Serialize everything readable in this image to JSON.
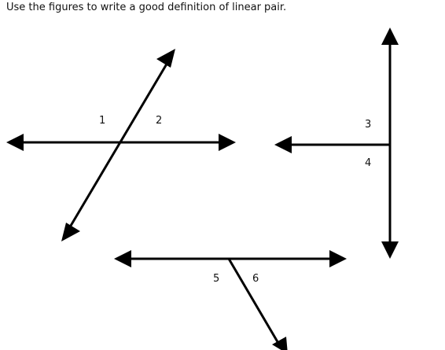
{
  "prompt": {
    "text": "Use the figures to write a good definition of linear pair."
  },
  "figures": {
    "figure_a": {
      "angle_labels": {
        "left": "1",
        "right": "2"
      }
    },
    "figure_b": {
      "angle_labels": {
        "upper": "3",
        "lower": "4"
      }
    },
    "figure_c": {
      "angle_labels": {
        "left": "5",
        "right": "6"
      }
    }
  },
  "colors": {
    "ink": "#000000",
    "background": "#ffffff"
  }
}
